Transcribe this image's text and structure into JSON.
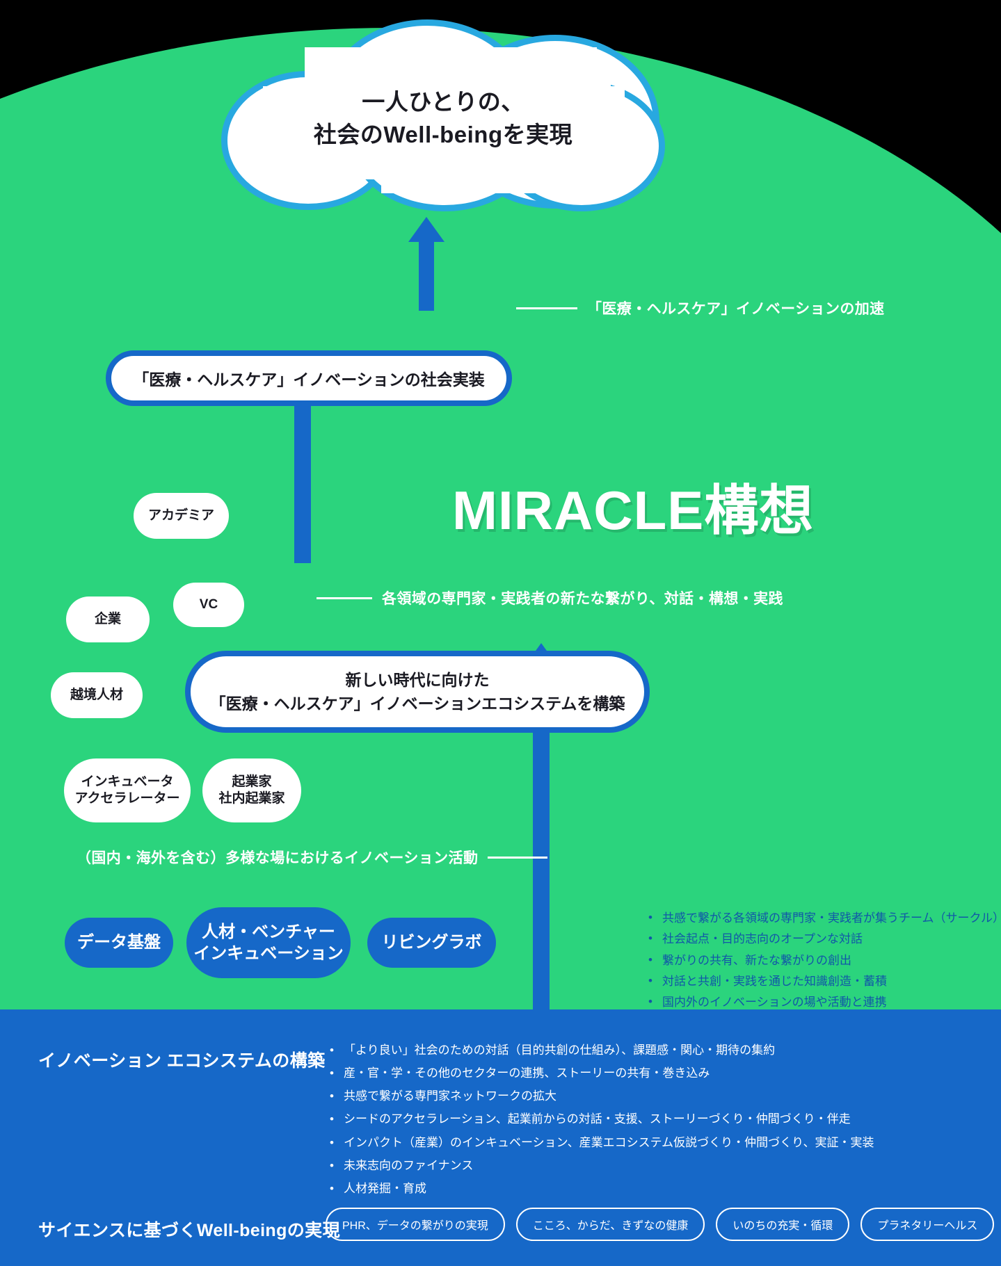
{
  "colors": {
    "green": "#2BD47D",
    "blue": "#1668C8",
    "cloud_outline": "#28A8E0",
    "dark_text": "#1A1A22",
    "bullet_blue": "#1157A8"
  },
  "vision_cloud": {
    "line1": "一人ひとりの、",
    "line2": "社会のWell-beingを実現"
  },
  "brand": {
    "title": "MIRACLE構想"
  },
  "connectors": {
    "acceleration": "「医療・ヘルスケア」イノベーションの加速",
    "network": "各領域の専門家・実践者の新たな繋がり、対話・構想・実践",
    "activity": "（国内・海外を含む）多様な場におけるイノベーション活動"
  },
  "boxes": {
    "social_implementation": "「医療・ヘルスケア」イノベーションの社会実装",
    "ecosystem_line1": "新しい時代に向けた",
    "ecosystem_line2": "「医療・ヘルスケア」イノベーションエコシステムを構築"
  },
  "actor_tags": [
    {
      "label": "アカデミア"
    },
    {
      "label": "VC"
    },
    {
      "label": "企業"
    },
    {
      "label": "越境人材"
    },
    {
      "label_line1": "インキュベータ",
      "label_line2": "アクセラレーター"
    },
    {
      "label_line1": "起業家",
      "label_line2": "社内起業家"
    }
  ],
  "blue_pills": [
    {
      "line1": "データ基盤",
      "line2": ""
    },
    {
      "line1": "人材・ベンチャー",
      "line2": "インキュベーション"
    },
    {
      "line1": "リビングラボ",
      "line2": ""
    }
  ],
  "circle_bullets": [
    "共感で繋がる各領域の専門家・実践者が集うチーム（サークル）",
    "社会起点・目的志向のオープンな対話",
    "繋がりの共有、新たな繋がりの創出",
    "対話と共創・実践を通じた知識創造・蓄積",
    "国内外のイノベーションの場や活動と連携"
  ],
  "bottom_panel": {
    "ecosystem_heading": "イノベーション エコシステムの構築",
    "ecosystem_bullets": [
      "「より良い」社会のための対話（目的共創の仕組み）、課題感・関心・期待の集約",
      "産・官・学・その他のセクターの連携、ストーリーの共有・巻き込み",
      "共感で繋がる専門家ネットワークの拡大",
      "シードのアクセラレーション、起業前からの対話・支援、ストーリーづくり・仲間づくり・伴走",
      "インパクト（産業）のインキュベーション、産業エコシステム仮説づくり・仲間づくり、実証・実装",
      "未来志向のファイナンス",
      "人材発掘・育成"
    ],
    "science_heading": "サイエンスに基づくWell-beingの実現",
    "science_pills": [
      "PHR、データの繋がりの実現",
      "こころ、からだ、きずなの健康",
      "いのちの充実・循環",
      "プラネタリーヘルス"
    ]
  }
}
